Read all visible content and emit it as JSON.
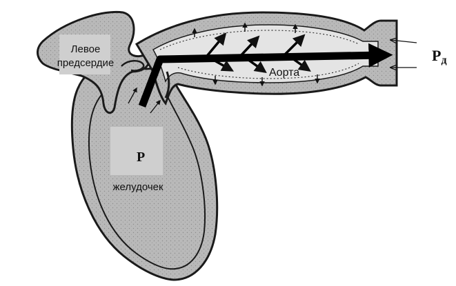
{
  "labels": {
    "left_atrium_line1": "Левое",
    "left_atrium_line2": "предсердие",
    "aorta": "Аорта",
    "ventricle_P": "P",
    "ventricle": "желудочек",
    "pressure_main": "P",
    "pressure_sub": "д"
  },
  "colors": {
    "tissue_fill": "#b9b9b9",
    "outline": "#1a1a1a",
    "label_box": "#cfcfcf",
    "flow_arrow": "#000000"
  }
}
